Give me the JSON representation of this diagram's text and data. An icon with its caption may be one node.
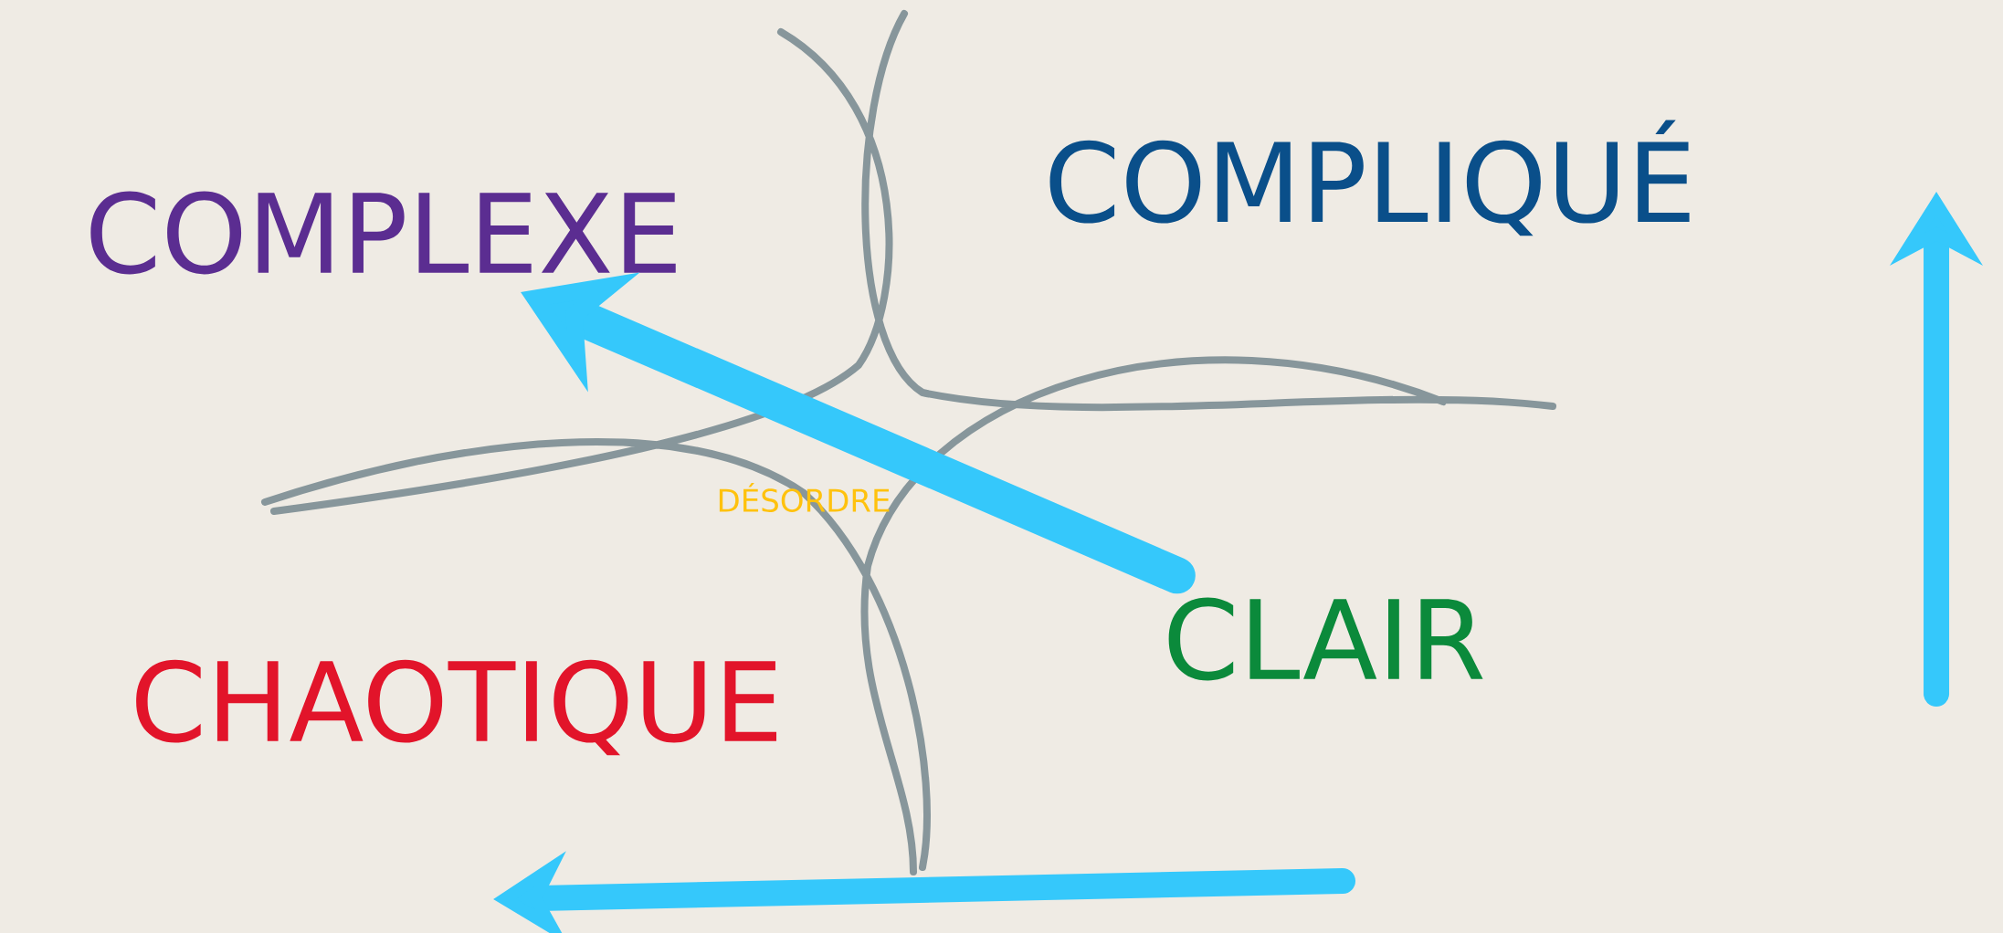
{
  "diagram": {
    "nodes": [
      {
        "text": [
          "COMPLEXE"
        ]
      },
      {
        "text": [
          "COMPLIQUÉ"
        ]
      },
      {
        "text": [
          "DÉSORDRE"
        ]
      },
      {
        "text": [
          "CHAOTIQUE"
        ]
      },
      {
        "text": [
          "CLAIR"
        ]
      }
    ],
    "edges": [
      {
        "from": 4,
        "to": 0,
        "arrow": "to"
      }
    ]
  }
}
